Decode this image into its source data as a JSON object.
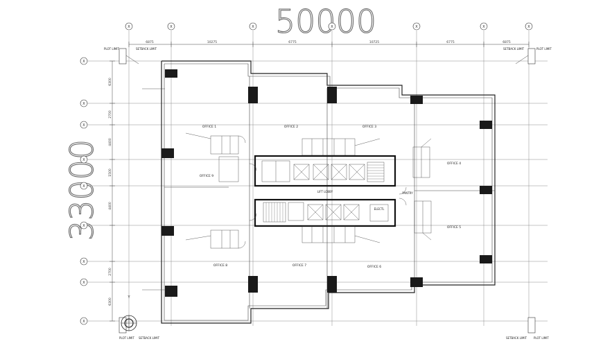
{
  "dimensions": {
    "overall_width": "50000",
    "overall_depth": "33000",
    "top_spans": [
      "6875",
      "10275",
      "6775",
      "10725",
      "6775",
      "6875"
    ],
    "left_spans": [
      "6300",
      "2700",
      "4400",
      "1500",
      "4400",
      "2700",
      "6300"
    ]
  },
  "grid_bubble_symbol": "X",
  "limits": {
    "plot_limit": "PLOT LIMIT",
    "setback_limit": "SETBACK LIMIT"
  },
  "rooms": {
    "office_1": "OFFICE 1",
    "office_2": "OFFICE 2",
    "office_3": "OFFICE 3",
    "office_4": "OFFICE 4",
    "office_5": "OFFICE 5",
    "office_6": "OFFICE 6",
    "office_7": "OFFICE 7",
    "office_8": "OFFICE 8",
    "office_9": "OFFICE 9",
    "lift_lobby": "LIFT LOBBY",
    "electrical": "ELECTL",
    "pantry": "PANTRY"
  },
  "axis_label": "Y"
}
